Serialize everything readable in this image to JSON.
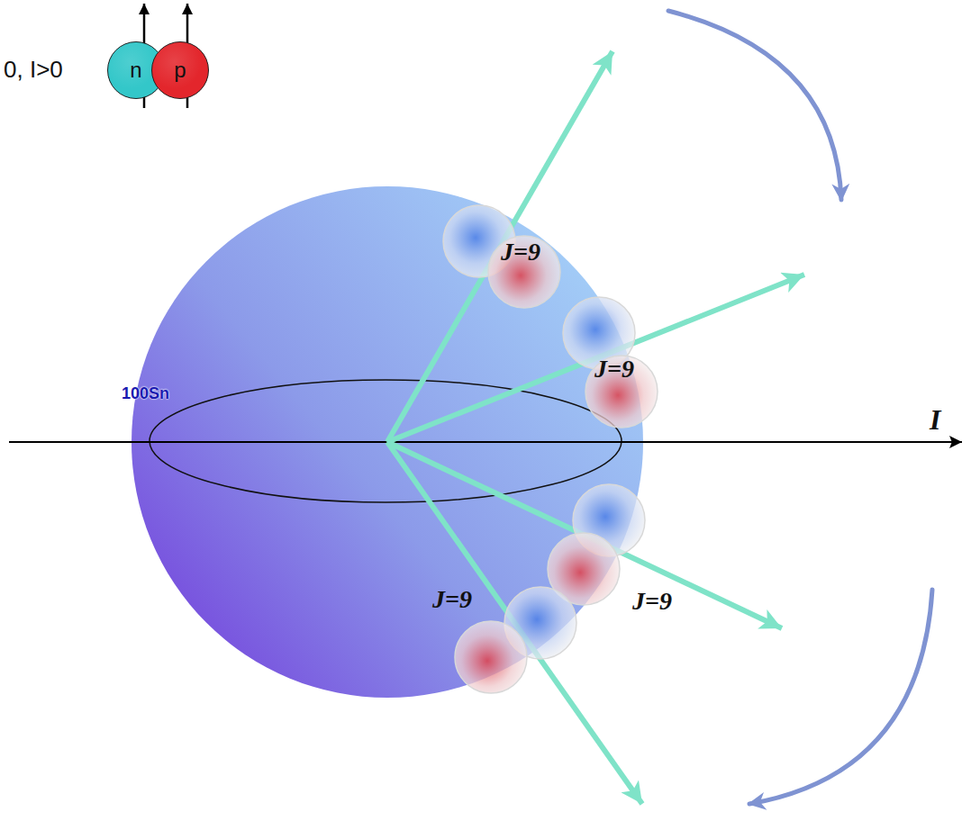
{
  "diagram": {
    "nodes": [
      {
        "text": [
          "n"
        ]
      },
      {
        "text": [
          "p"
        ]
      },
      {
        "text": [
          "100Sn"
        ]
      }
    ],
    "labels": [
      "0, I>0",
      "J=9",
      "J=9",
      "J=9",
      "J=9",
      "I"
    ]
  }
}
